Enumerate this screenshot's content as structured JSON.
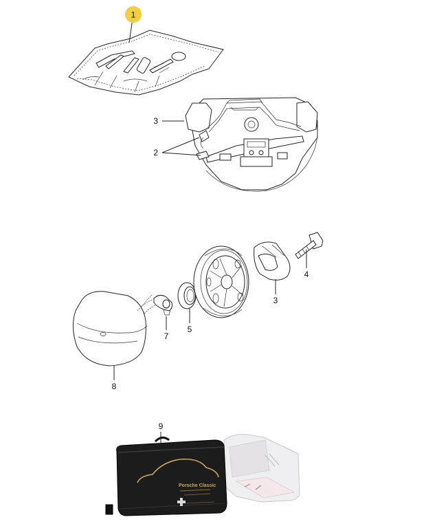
{
  "callouts": {
    "c1": "1",
    "c2": "2",
    "c3_top": "3",
    "c3_mid": "3",
    "c4": "4",
    "c5": "5",
    "c7": "7",
    "c8": "8",
    "c9": "9"
  },
  "first_aid_kit": {
    "brand": "Porsche Classic"
  },
  "colors": {
    "highlight_badge": "#f2cf3f",
    "line": "#222222",
    "bag": "#1c1c1c",
    "gold_print": "#c9a862"
  }
}
